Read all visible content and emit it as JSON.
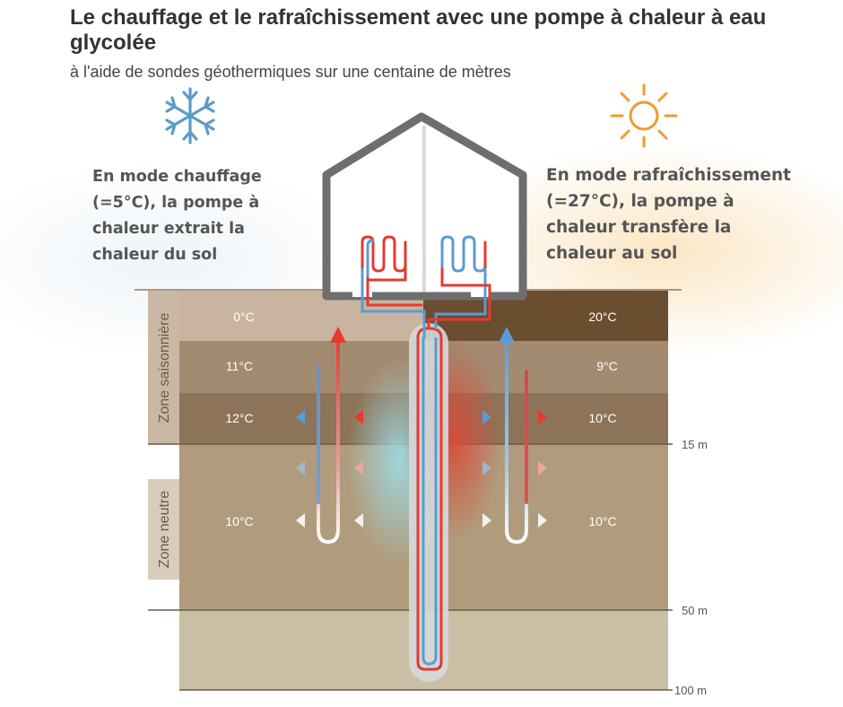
{
  "title": "Le chauffage et le rafraîchissement avec une pompe à chaleur à eau glycolée",
  "subtitle": "à l'aide de sondes géothermiques sur une centaine de mètres",
  "heating_mode": {
    "lines": [
      "En mode chauffage",
      "(=5°C), la pompe à",
      "chaleur extrait la",
      "chaleur du sol"
    ],
    "icon": "snowflake-icon",
    "color": "#5b9bc9"
  },
  "cooling_mode": {
    "lines": [
      "En mode rafraîchissement",
      "(=27°C), la pompe à",
      "chaleur transfère la",
      "chaleur au sol"
    ],
    "icon": "sun-icon",
    "color": "#f29a2e"
  },
  "zones": {
    "seasonal": "Zone saisonnière",
    "neutral": "Zone neutre"
  },
  "temperatures": {
    "left": [
      "0°C",
      "11°C",
      "12°C",
      "10°C"
    ],
    "right": [
      "20°C",
      "9°C",
      "10°C",
      "10°C"
    ]
  },
  "depths": [
    "15 m",
    "50 m",
    "100 m"
  ],
  "colors": {
    "hot": "#e53a2f",
    "cold": "#5b9bd5",
    "soil_light": "#c9b4a0",
    "soil_dark": "#6b4d2f",
    "ground_deep": "#b3a888"
  }
}
